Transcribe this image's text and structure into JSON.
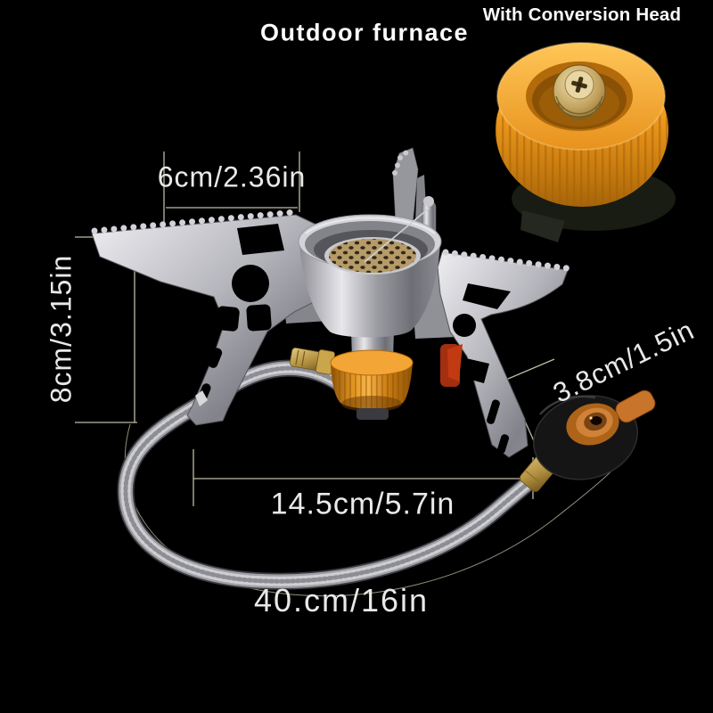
{
  "page": {
    "title": "Outdoor furnace",
    "badge": "With Conversion Head"
  },
  "dimensions": {
    "top_width": "6cm/2.36in",
    "left_height": "8cm/3.15in",
    "diagonal": "3.8cm/1.5in",
    "inner_width": "14.5cm/5.7in",
    "hose_length": "40.cm/16in"
  },
  "colors": {
    "background": "#000000",
    "label_text": "#e9e9e9",
    "dimension_line": "#c9c5ac",
    "anodized_orange": "#e8921d",
    "brass": "#b59b68",
    "steel": "#b9b9bf",
    "hose": "#9fa0a6",
    "igniter_red": "#c23a12"
  }
}
